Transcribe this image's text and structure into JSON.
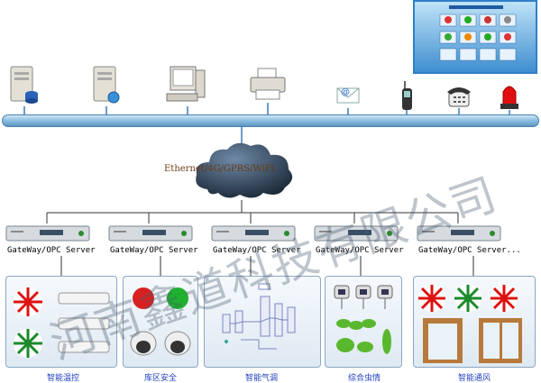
{
  "network": {
    "label": "Ethernet/4G/GPRS/WiFi"
  },
  "top_devices": [
    "database-server",
    "web-server",
    "workstation",
    "printer",
    "email",
    "mobile",
    "telephone",
    "alarm-light"
  ],
  "gateways": [
    {
      "label": "GateWay/OPC Server"
    },
    {
      "label": "GateWay/OPC Server"
    },
    {
      "label": "GateWay/OPC Server"
    },
    {
      "label": "GateWay/OPC Server"
    },
    {
      "label": "GateWay/OPC Server..."
    }
  ],
  "panels": [
    {
      "caption": "智能温控"
    },
    {
      "caption": "库区安全"
    },
    {
      "caption": "智能气调"
    },
    {
      "caption": "综合虫情"
    },
    {
      "caption": "智能通风"
    }
  ],
  "watermark": "河南鑫道科技有限公司",
  "colors": {
    "bus": "#5d96c4",
    "caption": "#1f3fbf",
    "cloud": "#1e2c3c"
  }
}
